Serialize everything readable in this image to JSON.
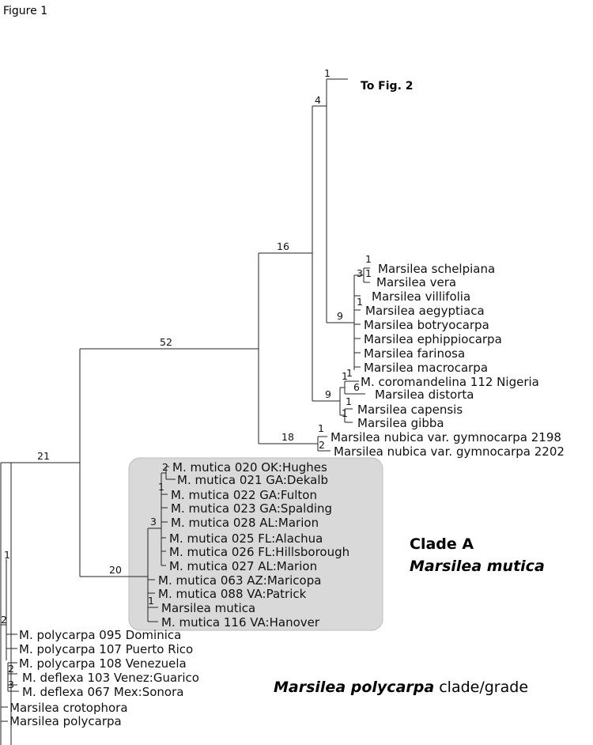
{
  "figure_label": "Figure 1",
  "to_fig_note": "To Fig. 2",
  "clade_a": {
    "title": "Clade A",
    "name": "Marsilea mutica"
  },
  "polycarpa_group": {
    "italic": "Marsilea polycarpa",
    "rest": " clade/grade"
  },
  "colors": {
    "clade_box": "#d9d9d9",
    "line": "#222222",
    "text": "#111111"
  },
  "taxa": [
    "Marsilea schelpiana",
    "Marsilea vera",
    "Marsilea villifolia",
    "Marsilea aegyptiaca",
    "Marsilea botryocarpa",
    "Marsilea ephippiocarpa",
    "Marsilea farinosa",
    "Marsilea macrocarpa",
    "M. coromandelina 112 Nigeria",
    "Marsilea distorta",
    "Marsilea capensis",
    "Marsilea gibba",
    "Marsilea nubica var. gymnocarpa 2198",
    "Marsilea nubica var. gymnocarpa 2202",
    "M. mutica 020 OK:Hughes",
    "M. mutica 021 GA:Dekalb",
    "M. mutica 022 GA:Fulton",
    "M. mutica 023 GA:Spalding",
    "M. mutica 028 AL:Marion",
    "M. mutica 025 FL:Alachua",
    "M. mutica 026 FL:Hillsborough",
    "M. mutica 027 AL:Marion",
    "M. mutica 063 AZ:Maricopa",
    "M. mutica 088 VA:Patrick",
    "Marsilea mutica",
    "M. mutica 116 VA:Hanover",
    "M. polycarpa 095 Dominica",
    "M. polycarpa 107 Puerto Rico",
    "M. polycarpa 108 Venezuela",
    "M. deflexa 103 Venez:Guarico",
    "M. deflexa 067 Mex:Sonora",
    "Marsilea crotophora",
    "Marsilea polycarpa"
  ],
  "support": {
    "to_fig2": "1",
    "fig2_base": "4",
    "node16": "16",
    "node52": "52",
    "node21": "21",
    "node9_upper": "9",
    "schelp_vera": "1",
    "vera_pair": "1",
    "node3_upper": "3",
    "aegypt": "1",
    "node9_lower": "9",
    "coromand_a": "1",
    "coromand_b": "1",
    "node6": "6",
    "capensis_a": "1",
    "capensis_b": "1",
    "nubica_top": "1",
    "nubica_pair": "2",
    "node18": "18",
    "mutica_pair": "2",
    "node20": "20",
    "mutica_inner": "1",
    "node3_mutica": "3",
    "mutica_bottom": "1",
    "poly_top": "1",
    "poly_mid": "2",
    "poly_inner": "2",
    "deflexa": "3"
  }
}
